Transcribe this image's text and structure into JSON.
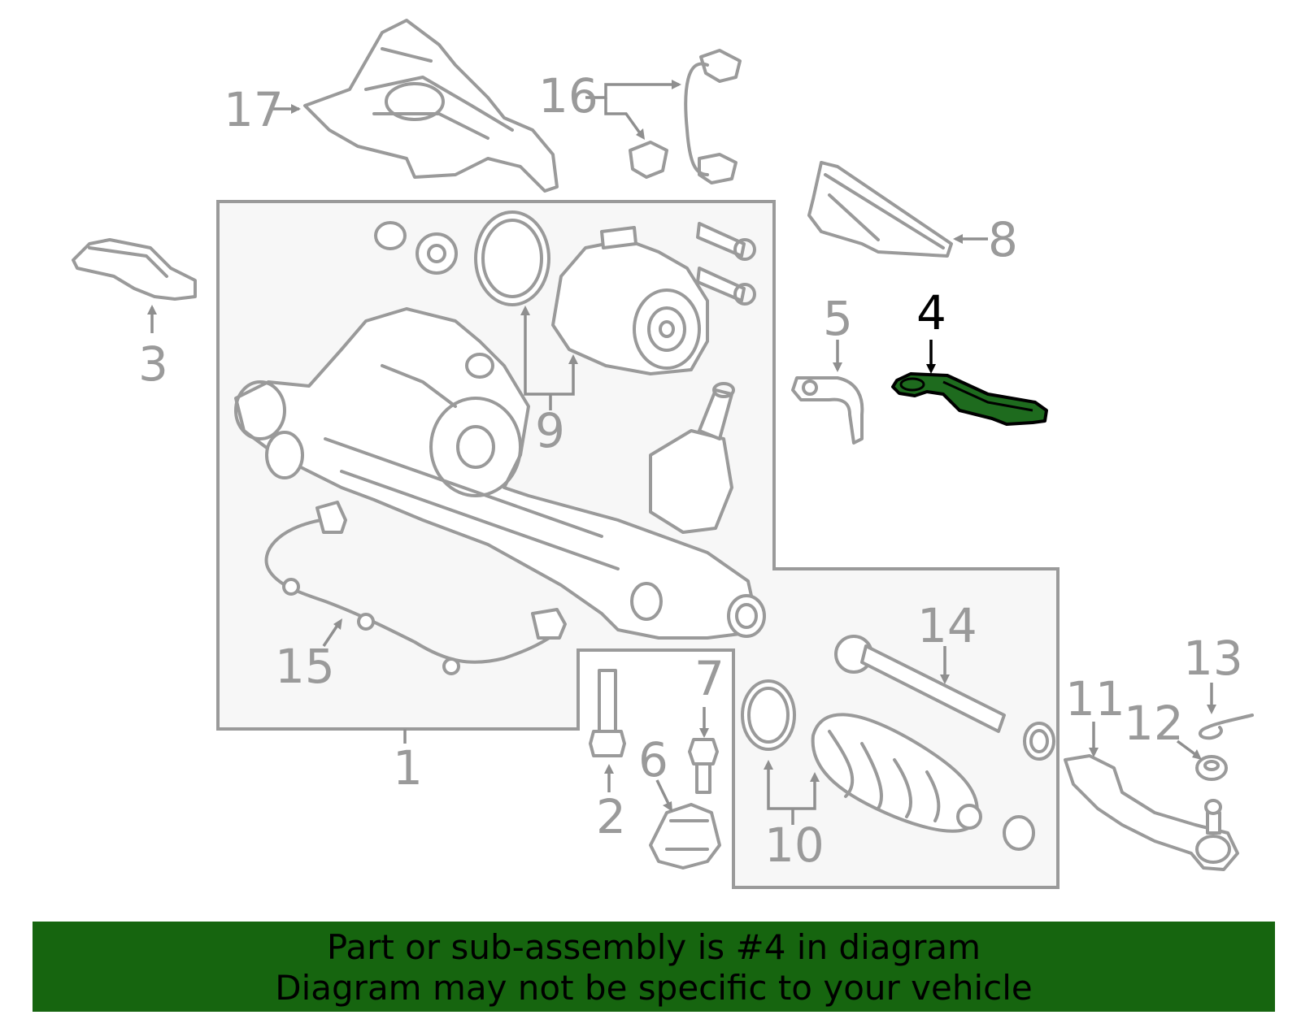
{
  "highlight_color": "#1e6b1e",
  "banner_color": "#16650f",
  "highlighted_part": "4",
  "callouts": [
    {
      "id": "1",
      "label": "1"
    },
    {
      "id": "2",
      "label": "2"
    },
    {
      "id": "3",
      "label": "3"
    },
    {
      "id": "4",
      "label": "4"
    },
    {
      "id": "5",
      "label": "5"
    },
    {
      "id": "6",
      "label": "6"
    },
    {
      "id": "7",
      "label": "7"
    },
    {
      "id": "8",
      "label": "8"
    },
    {
      "id": "9",
      "label": "9"
    },
    {
      "id": "10",
      "label": "10"
    },
    {
      "id": "11",
      "label": "11"
    },
    {
      "id": "12",
      "label": "12"
    },
    {
      "id": "13",
      "label": "13"
    },
    {
      "id": "14",
      "label": "14"
    },
    {
      "id": "15",
      "label": "15"
    },
    {
      "id": "16",
      "label": "16"
    },
    {
      "id": "17",
      "label": "17"
    }
  ],
  "banner": {
    "line1": "Part or sub-assembly is #4 in diagram",
    "line2": "Diagram may not be specific to your vehicle"
  }
}
